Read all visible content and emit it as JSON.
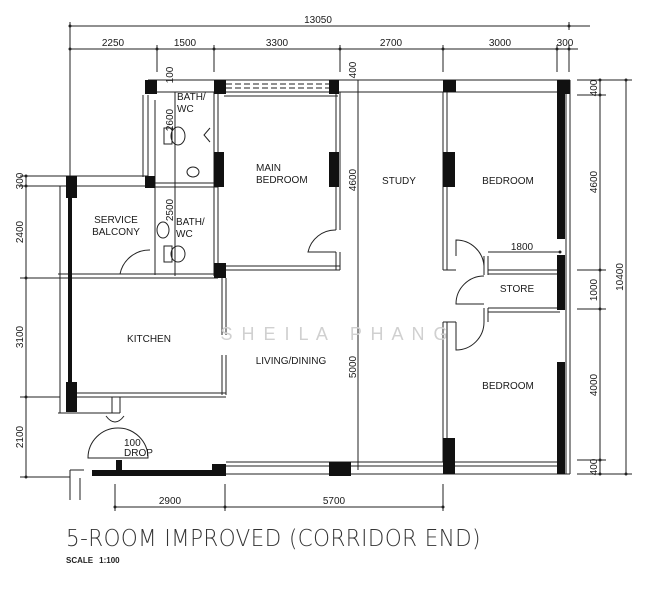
{
  "plan": {
    "title": "5-ROOM IMPROVED (CORRIDOR END)",
    "scale_label": "SCALE",
    "scale_value": "1:100",
    "watermark": "S H E I L A   P H A N G"
  },
  "rooms": {
    "bath_wc_1": {
      "line1": "BATH/",
      "line2": "WC"
    },
    "bath_wc_2": {
      "line1": "BATH/",
      "line2": "WC"
    },
    "service_balcony": {
      "line1": "SERVICE",
      "line2": "BALCONY"
    },
    "main_bedroom": {
      "line1": "MAIN",
      "line2": "BEDROOM"
    },
    "study": "STUDY",
    "bedroom_1": "BEDROOM",
    "store": "STORE",
    "bedroom_2": "BEDROOM",
    "kitchen": "KITCHEN",
    "living_dining": "LIVING/DINING",
    "refuse_drop": {
      "line1": "100",
      "line2": "DROP"
    }
  },
  "dimensions": {
    "top_overall": "13050",
    "top_segments": [
      "2250",
      "1500",
      "3300",
      "2700",
      "3000",
      "300"
    ],
    "bottom_segments": [
      "2900",
      "5700"
    ],
    "right_overall": "10400",
    "right_segments": [
      "400",
      "4600",
      "1000",
      "4000",
      "400"
    ],
    "right_store_width": "1800",
    "left_segments": [
      "300",
      "2400",
      "3100",
      "2100"
    ],
    "interior": {
      "bath1_top": "100",
      "bath1_height": "2600",
      "bath2_height": "2500",
      "study_top": "400",
      "study_upper": "4600",
      "study_lower": "5000"
    }
  }
}
